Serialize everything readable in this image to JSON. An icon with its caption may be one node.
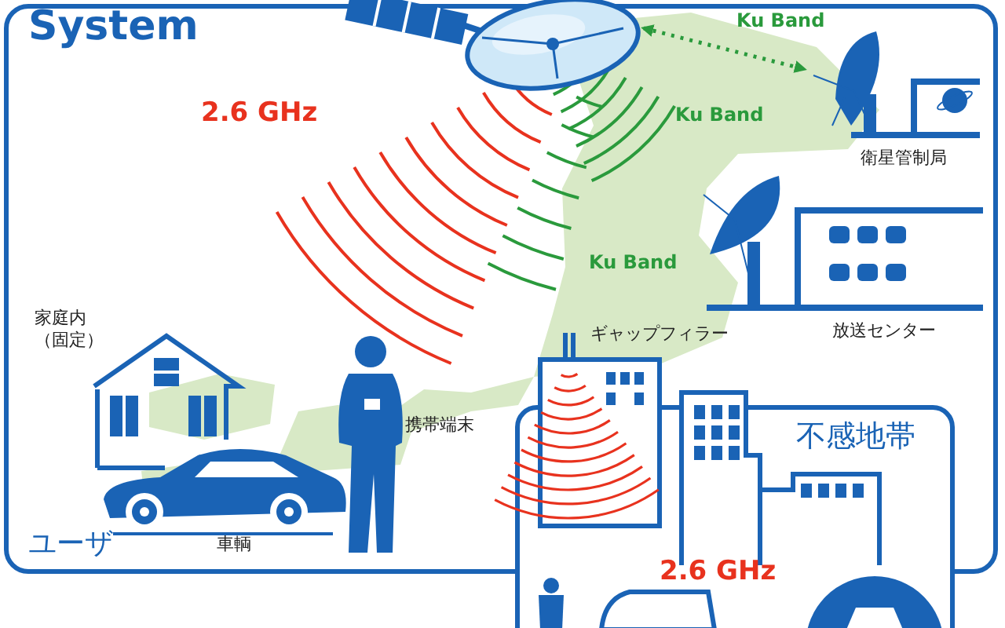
{
  "diagram": {
    "title": "System",
    "nodes": [
      {
        "text": [],
        "shape": "picture"
      },
      {
        "text": [
          "衛星管制局"
        ]
      },
      {
        "text": [
          "放送センター"
        ]
      },
      {
        "text": [
          "家庭内（固定）"
        ]
      },
      {
        "text": [
          "車輌"
        ]
      },
      {
        "text": [
          "携帯端末"
        ]
      },
      {
        "text": [
          "ギャップフィラー"
        ]
      },
      {
        "text": [
          "不感地帯"
        ]
      }
    ],
    "edges": [
      {
        "from": 0,
        "to": 1,
        "arrow": "both",
        "style": "dashed",
        "label": "Ku Band"
      }
    ],
    "labels": [
      "2.6 GHz",
      "Ku Band",
      "Ku Band",
      "ユーザ",
      "2.6 GHz"
    ]
  }
}
